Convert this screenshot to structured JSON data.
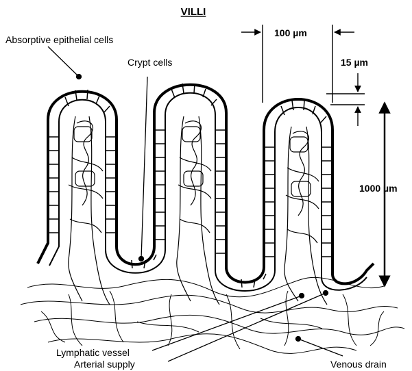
{
  "title": "VILLI",
  "labels": {
    "absorptive": "Absorptive epithelial cells",
    "crypt": "Crypt cells",
    "lymphatic": "Lymphatic vessel",
    "arterial": "Arterial supply",
    "venous": "Venous drain"
  },
  "dimensions": {
    "width": "100 µm",
    "epithelium": "15 µm",
    "height": "1000 µm"
  },
  "colors": {
    "ink": "#000000",
    "background": "#ffffff"
  }
}
